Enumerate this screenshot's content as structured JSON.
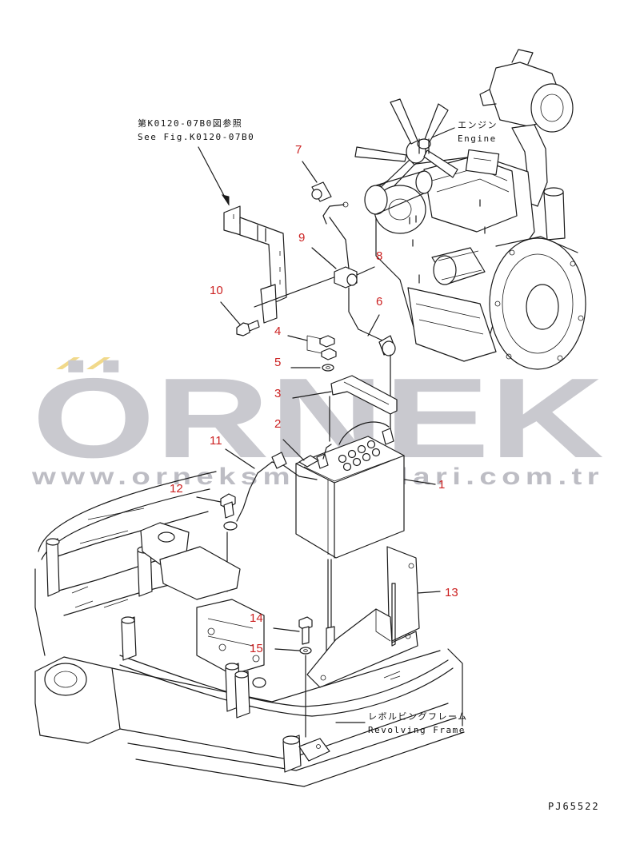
{
  "references": {
    "see_fig_jp": "第K0120-07B0図参照",
    "see_fig_en": "See Fig.K0120-07B0"
  },
  "labels": {
    "engine_jp": "エンジン",
    "engine_en": "Engine",
    "frame_jp": "レボルビングフレーム",
    "frame_en": "Revolving Frame"
  },
  "callouts": [
    "1",
    "2",
    "3",
    "4",
    "5",
    "6",
    "7",
    "8",
    "9",
    "10",
    "11",
    "12",
    "13",
    "14",
    "15"
  ],
  "drawing_code": "PJ65522",
  "watermark": {
    "brand": "ÖRNEK",
    "url": "www.orneksmakinalari.com.tr"
  },
  "colors": {
    "callout": "#cc2222",
    "line": "#1a1a1a",
    "watermark": "#c9c9cf",
    "watermark_accent": "#f1d98a"
  }
}
